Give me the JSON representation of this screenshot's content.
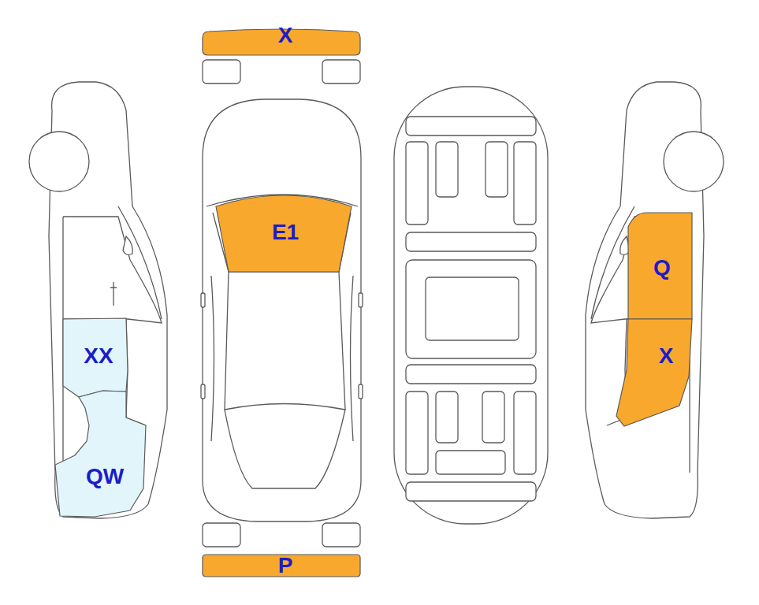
{
  "diagram": {
    "nodes": [
      {
        "text": [
          "X"
        ]
      },
      {
        "text": [
          "E1"
        ]
      },
      {
        "text": [
          "Q"
        ]
      },
      {
        "text": [
          "XX"
        ]
      },
      {
        "text": [
          "X"
        ]
      },
      {
        "text": [
          "QW"
        ]
      },
      {
        "text": [
          "P"
        ]
      }
    ]
  }
}
